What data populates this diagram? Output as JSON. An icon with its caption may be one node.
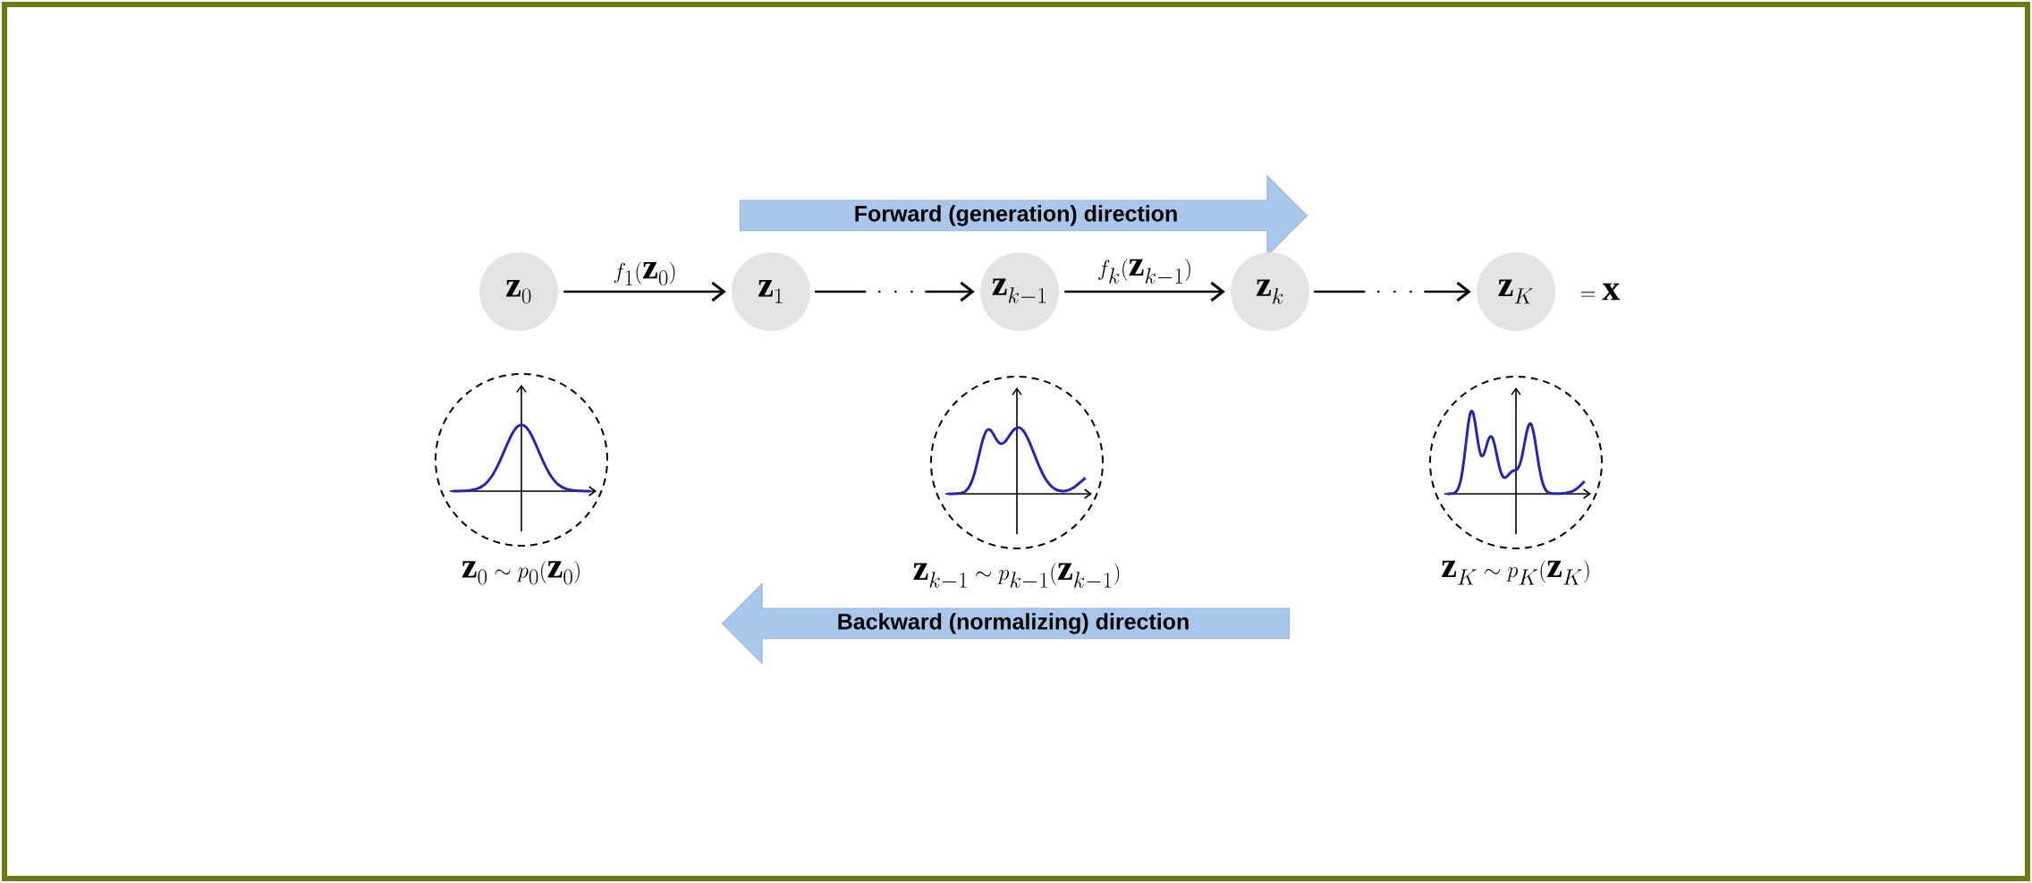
{
  "diagram": {
    "nodes": [
      {
        "text": [
          "Forward (generation) direction"
        ]
      },
      {
        "text": [
          "\\mathbf{z}_0"
        ]
      },
      {
        "text": [
          "\\mathbf{z}_1"
        ]
      },
      {
        "text": [
          "\\mathbf{z}_{k-1}"
        ]
      },
      {
        "text": [
          "\\mathbf{z}_k"
        ]
      },
      {
        "text": [
          "\\mathbf{z}_K"
        ],
        "beside": [
          "= \\mathbf{x}"
        ]
      },
      {
        "text": [
          "\\mathbf{z}_0 \\sim p_0(\\mathbf{z}_0)"
        ]
      },
      {
        "text": [
          "\\mathbf{z}_{k-1} \\sim p_{k-1}(\\mathbf{z}_{k-1})"
        ]
      },
      {
        "text": [
          "\\mathbf{z}_K \\sim p_K(\\mathbf{z}_K)"
        ]
      },
      {
        "text": [
          "Backward (normalizing) direction"
        ]
      }
    ],
    "edges": [
      {
        "from": 1,
        "to": 2,
        "arrow": "to",
        "label": "f_1(\\mathbf{z}_0)"
      },
      {
        "from": 2,
        "to": 3,
        "arrow": "to",
        "style": "dashed"
      },
      {
        "from": 3,
        "to": 4,
        "arrow": "to",
        "label": "f_k(\\mathbf{z}_{k-1})"
      },
      {
        "from": 4,
        "to": 5,
        "arrow": "to",
        "style": "dashed"
      }
    ]
  }
}
